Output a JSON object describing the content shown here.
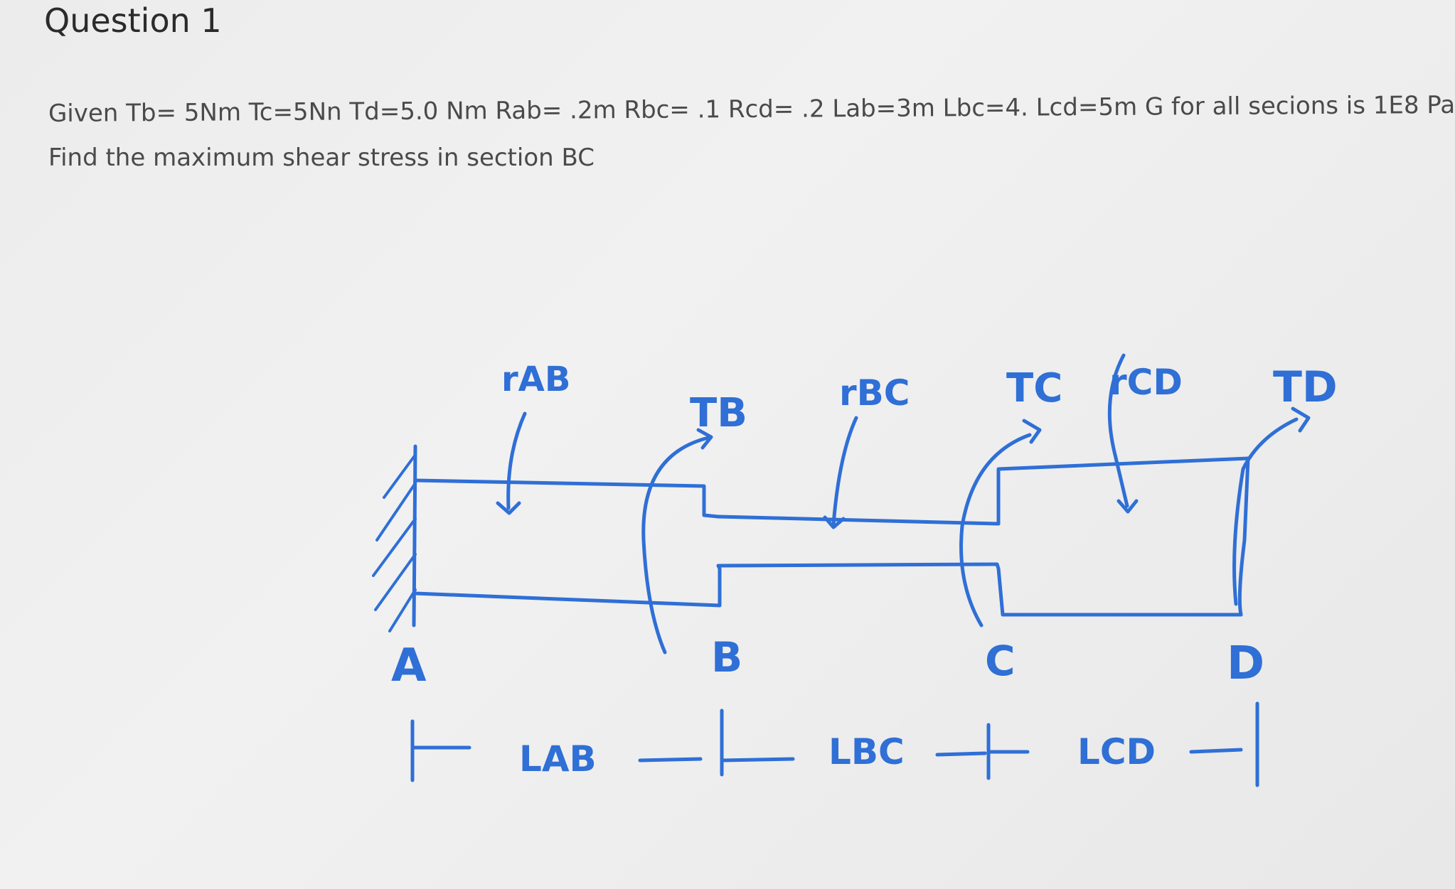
{
  "question": {
    "title": "Question 1",
    "given_line": "Given Tb= 5Nm Tc=5Nn Td=5.0 Nm Rab= .2m Rbc= .1 Rcd= .2 Lab=3m Lbc=4. Lcd=5m G for all secions is 1E8 Pa",
    "find_line": "Find the maximum shear stress in section BC"
  },
  "sketch": {
    "ink_color": "#2f6fd6",
    "labels": {
      "r_ab": "rAB",
      "t_b": "TB",
      "r_bc": "rBC",
      "t_c": "TC",
      "r_cd": "rCD",
      "t_d": "TD",
      "point_a": "A",
      "point_b": "B",
      "point_c": "C",
      "point_d": "D",
      "l_ab": "LAB",
      "l_bc": "LBC",
      "l_cd": "LCD"
    }
  }
}
